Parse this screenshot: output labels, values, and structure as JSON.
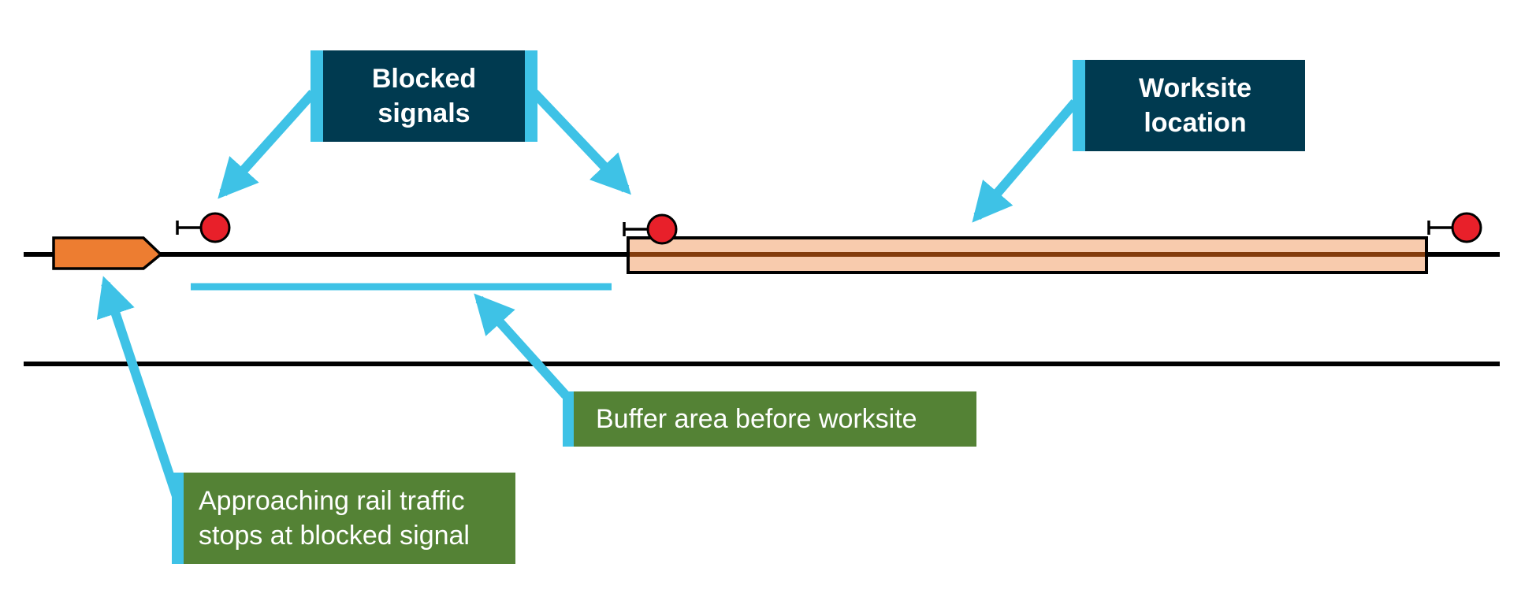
{
  "labels": {
    "blocked_signals": [
      "Blocked",
      "signals"
    ],
    "worksite_location": [
      "Worksite",
      "location"
    ],
    "buffer_area": "Buffer area before worksite",
    "approaching_traffic": [
      "Approaching rail traffic",
      "stops at blocked signal"
    ]
  },
  "colors": {
    "navy_box": "#003a50",
    "green_box": "#548235",
    "arrow": "#3ec2e6",
    "train": "#ed7d31",
    "worksite_fill": "#f8cbad",
    "worksite_rail": "#843c0c",
    "signal_red": "#e8202a",
    "track": "#000000"
  },
  "signals": [
    {
      "name": "signal-1",
      "state": "blocked"
    },
    {
      "name": "signal-2",
      "state": "blocked"
    },
    {
      "name": "signal-3",
      "state": "normal"
    }
  ]
}
